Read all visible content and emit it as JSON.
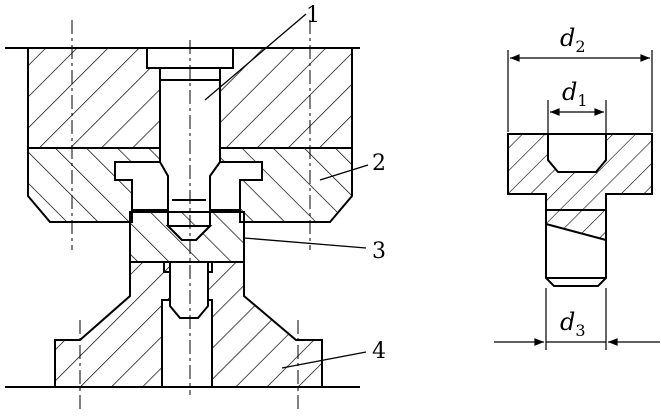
{
  "callouts": {
    "c1": "1",
    "c2": "2",
    "c3": "3",
    "c4": "4"
  },
  "dimensions": {
    "d2": {
      "base": "d",
      "sub": "2"
    },
    "d1": {
      "base": "d",
      "sub": "1"
    },
    "d3": {
      "base": "d",
      "sub": "3"
    }
  }
}
